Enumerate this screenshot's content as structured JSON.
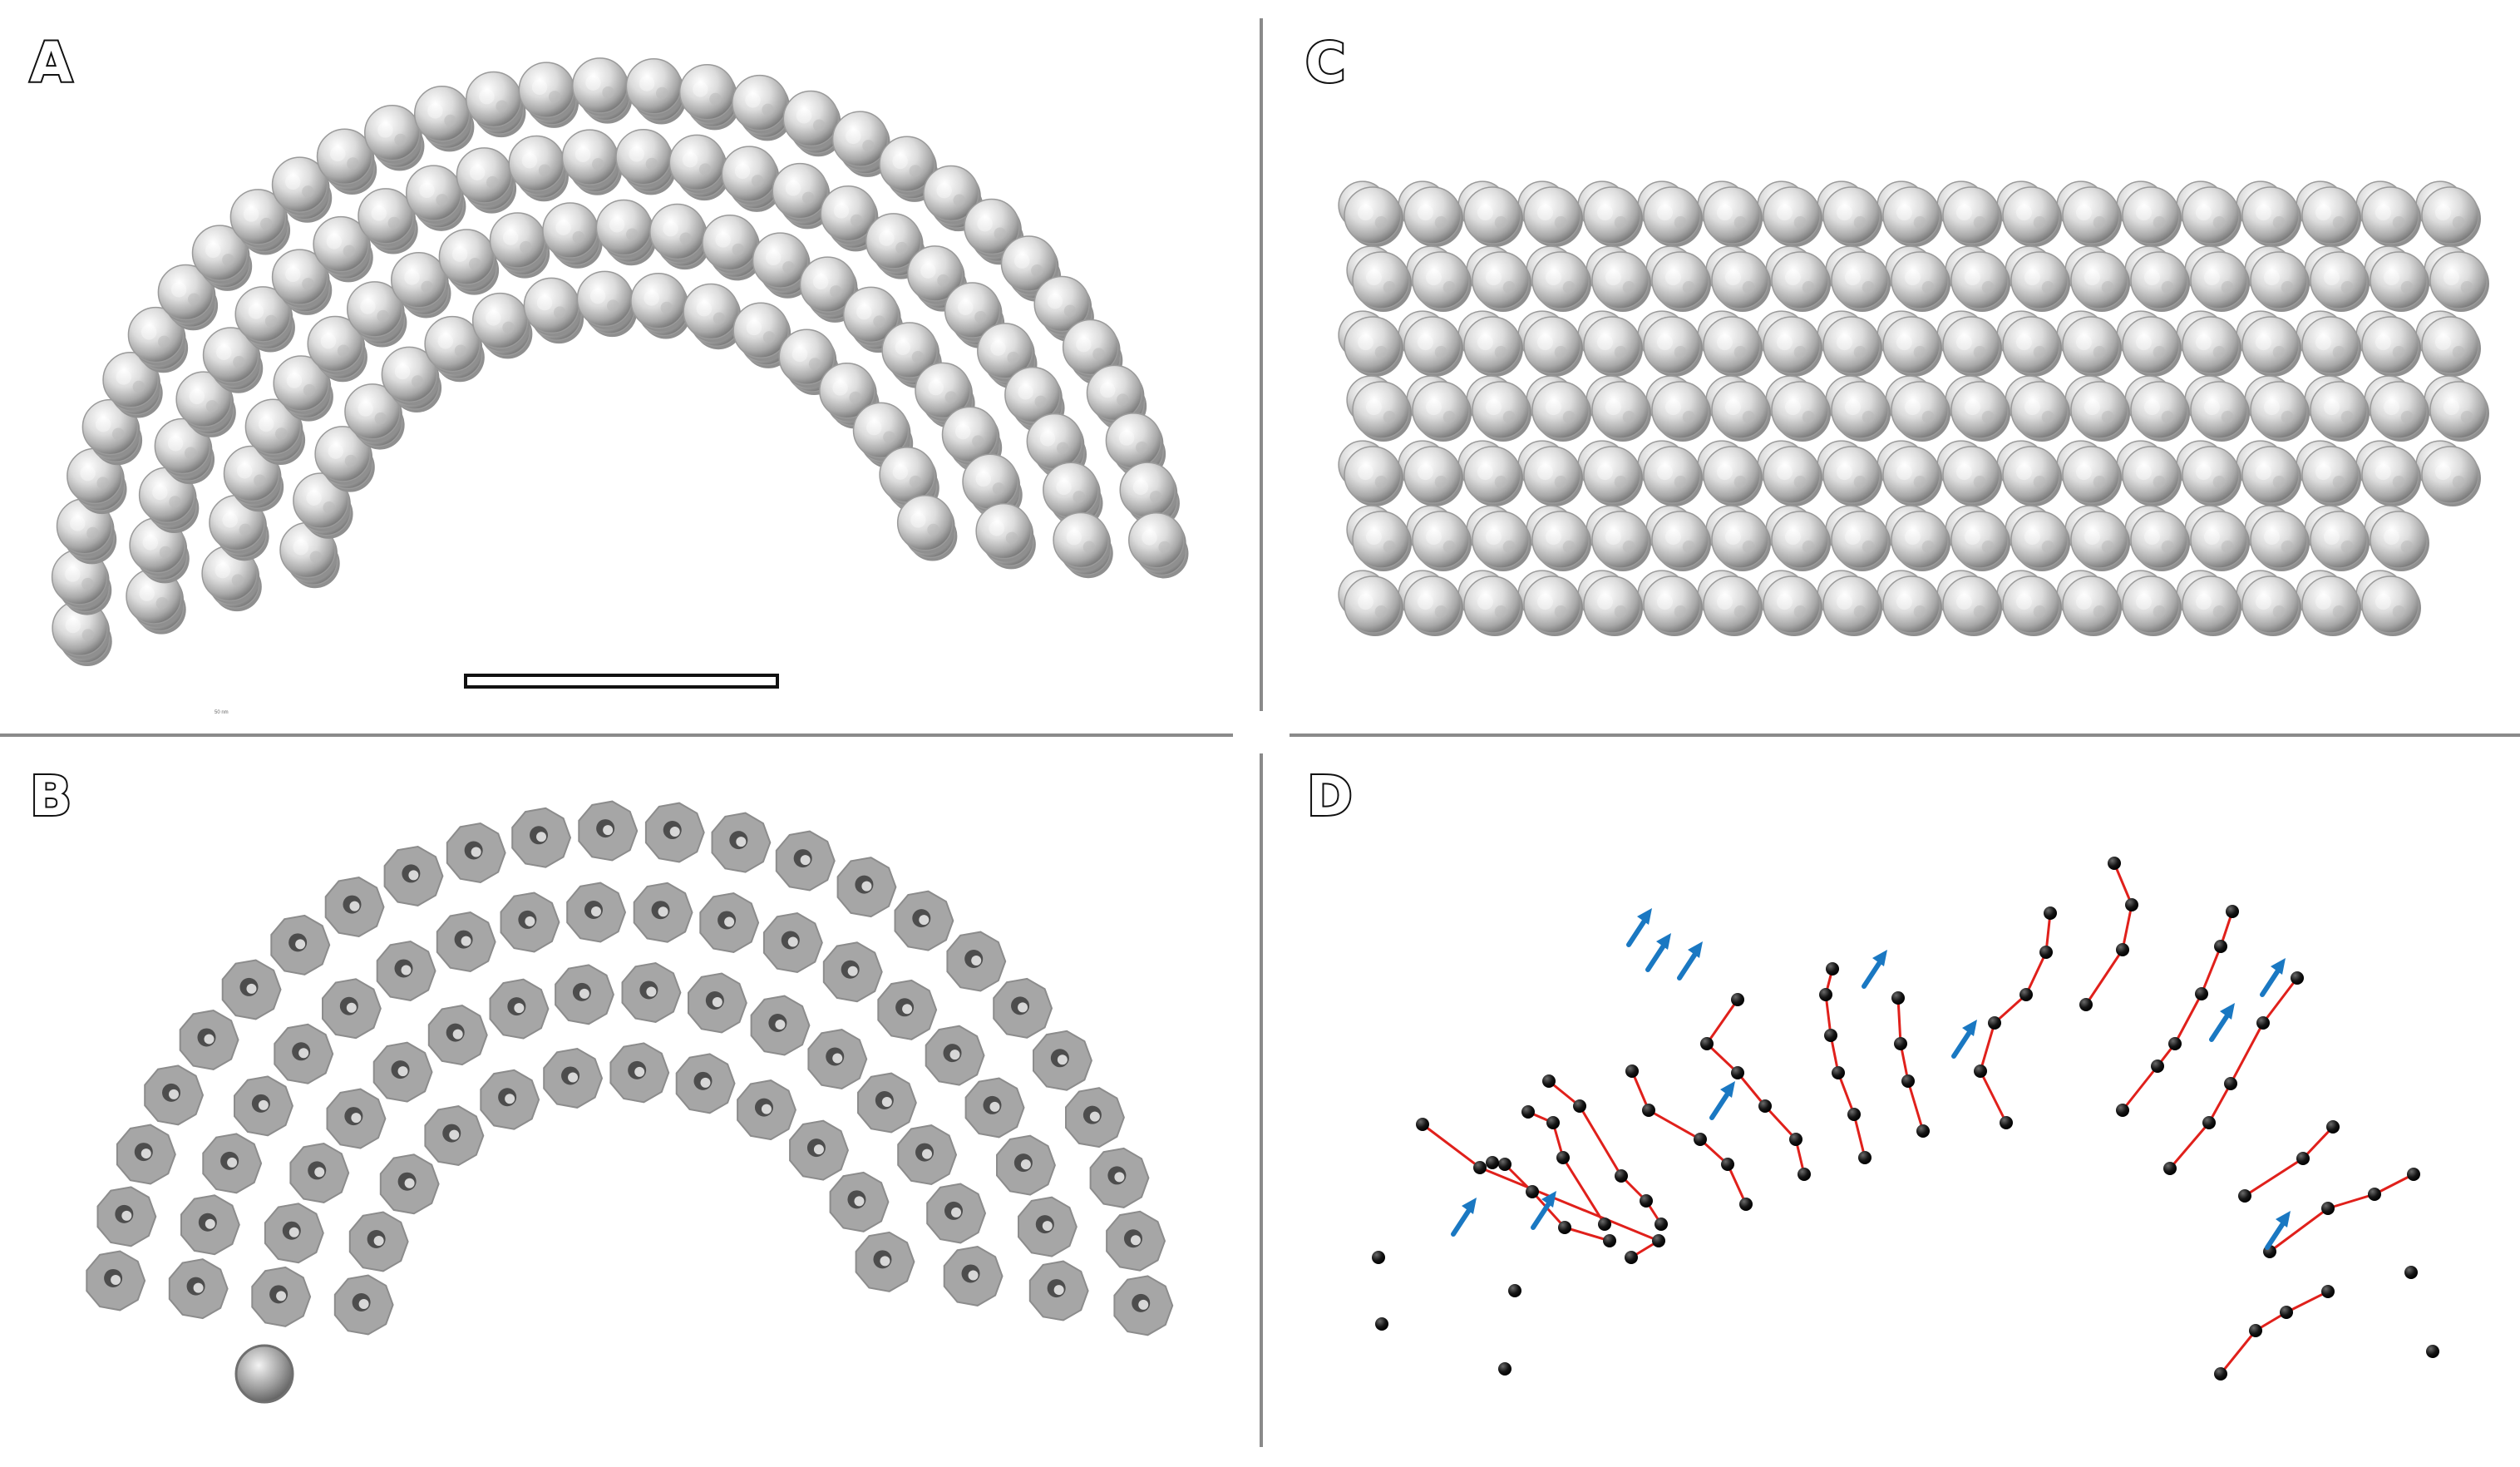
{
  "panels": {
    "a": {
      "label": "A",
      "scale_bar_caption": "50 nm"
    },
    "b": {
      "label": "B"
    },
    "c": {
      "label": "C"
    },
    "d": {
      "label": "D"
    }
  },
  "colors": {
    "background": "#ffffff",
    "divider": "#8a8a8a",
    "subunit_fill": "#d9d9d9",
    "subunit_shade": "#9a9a9a",
    "slice_fill": "#a6a6a6",
    "slice_hole": "#4d4d4d",
    "link_line": "#e0201b",
    "node": "#111111",
    "arrow": "#1a78c2"
  },
  "icons": {
    "subunit": "bead-sphere",
    "slice": "ring-section",
    "node": "dot",
    "marker": "arrow-up-right"
  },
  "panel_d_arrow_count": 11
}
